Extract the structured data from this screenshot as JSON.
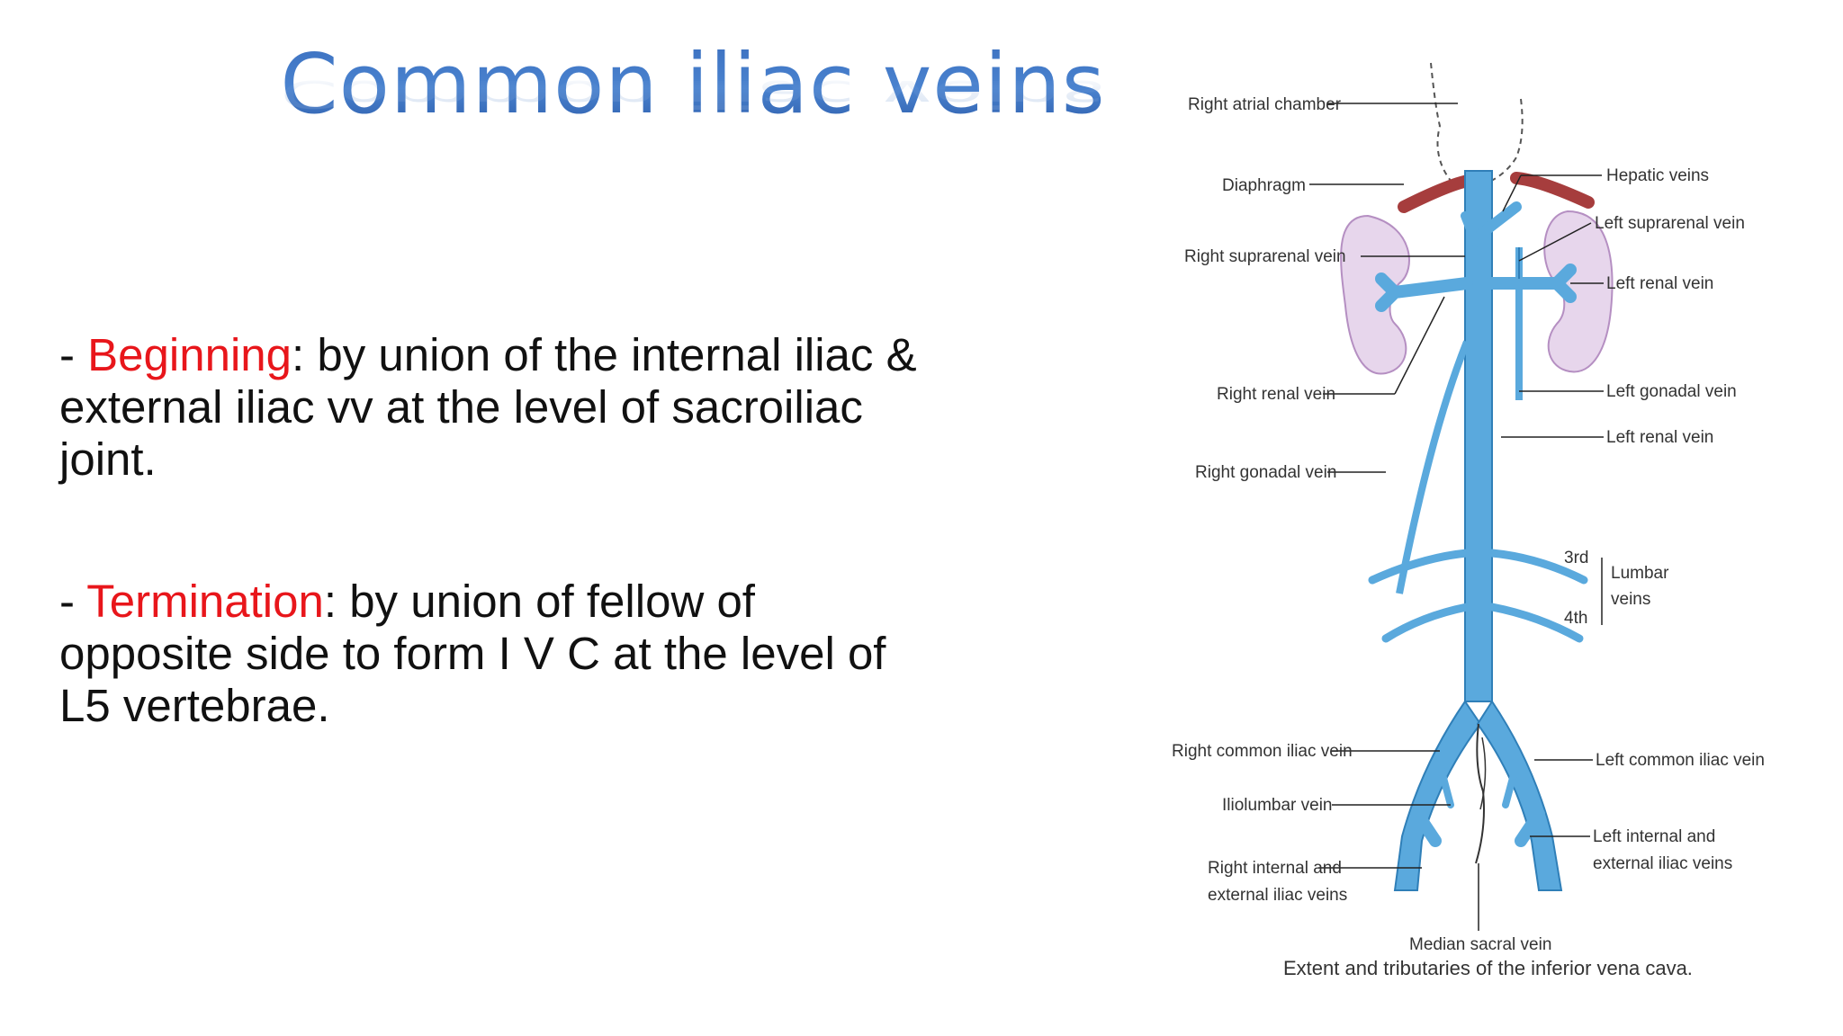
{
  "slide": {
    "title": "Common iliac veins",
    "beginning": {
      "dash": "- ",
      "term": "Beginning",
      "text": ": by union of the internal iliac & external iliac vv at the level of sacroiliac joint."
    },
    "termination": {
      "dash": "- ",
      "term": "Termination",
      "text": ": by union of fellow of opposite side to form I V C at the level of L5 vertebrae."
    }
  },
  "diagram": {
    "labels": {
      "right_atrial_chamber": "Right atrial chamber",
      "diaphragm": "Diaphragm",
      "right_suprarenal_vein": "Right suprarenal vein",
      "right_renal_vein": "Right renal vein",
      "right_gonadal_vein": "Right gonadal vein",
      "hepatic_veins": "Hepatic veins",
      "left_suprarenal_vein": "Left suprarenal vein",
      "left_renal_vein_1": "Left renal vein",
      "left_gonadal_vein": "Left gonadal vein",
      "left_renal_vein_2": "Left renal vein",
      "third": "3rd",
      "fourth": "4th",
      "lumbar": "Lumbar",
      "veins": "veins",
      "right_common_iliac_vein": "Right common iliac vein",
      "iliolumbar_vein": "Iliolumbar vein",
      "right_internal_line1": "Right internal and",
      "right_internal_line2": "external iliac veins",
      "left_common_iliac_vein": "Left common iliac vein",
      "left_internal_line1": "Left internal and",
      "left_internal_line2": "external iliac veins",
      "median_sacral_vein": "Median sacral vein"
    },
    "caption": "Extent and tributaries of the inferior vena cava.",
    "colors": {
      "vein": "#5aa9dd",
      "vein_outline": "#2f7fb8",
      "kidney": "#e7d6ec",
      "kidney_outline": "#b58fc2",
      "diaphragm": "#a63d3d",
      "title_blue": "#3b6fbf",
      "emphasis_red": "#e8161b"
    }
  }
}
